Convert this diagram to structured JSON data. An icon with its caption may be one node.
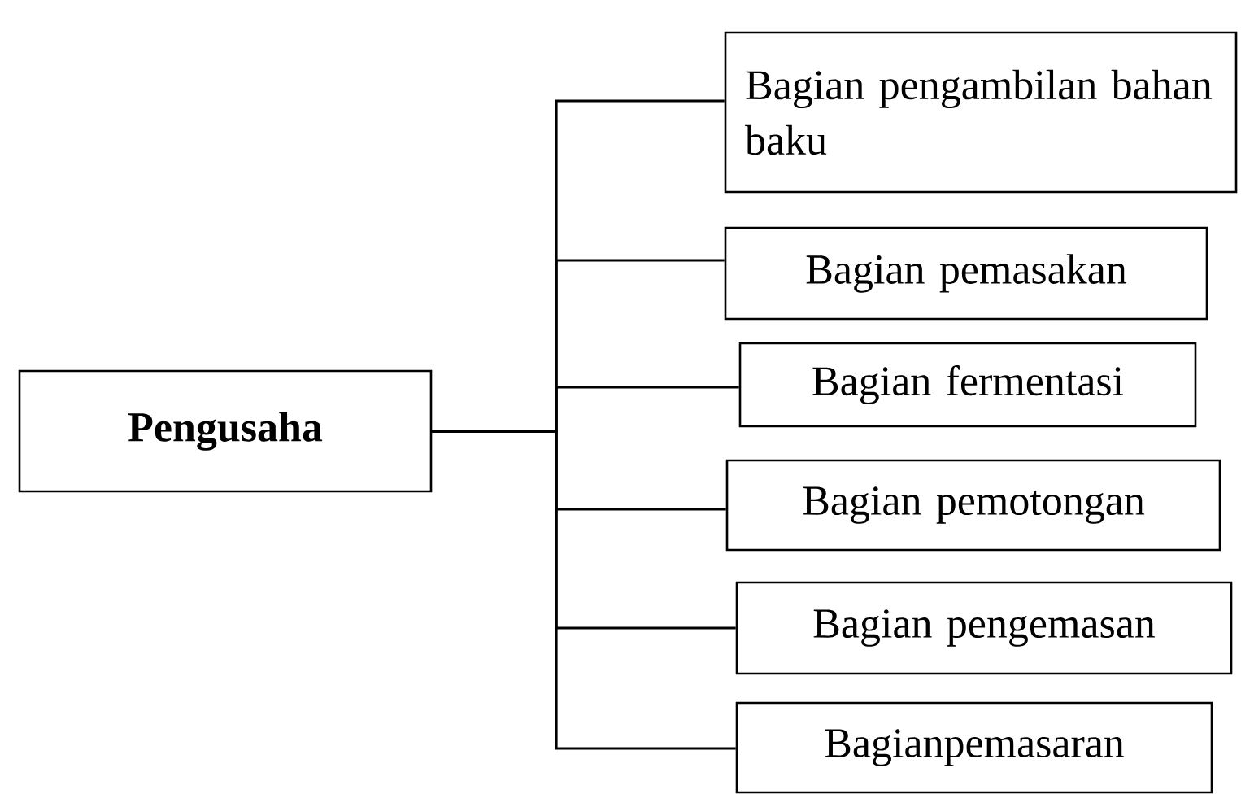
{
  "diagram": {
    "nodes": [
      {
        "text": [
          "Pengusaha"
        ]
      },
      {
        "text": [
          "Bagian pengambilan bahan baku"
        ]
      },
      {
        "text": [
          "Bagian pemasakan"
        ]
      },
      {
        "text": [
          "Bagian fermentasi"
        ]
      },
      {
        "text": [
          "Bagian pemotongan"
        ]
      },
      {
        "text": [
          "Bagian pengemasan"
        ]
      },
      {
        "text": [
          "Bagianpemasaran"
        ]
      }
    ],
    "edges": [
      {
        "from": 0,
        "to": 1,
        "arrow": "none"
      },
      {
        "from": 0,
        "to": 2,
        "arrow": "none"
      },
      {
        "from": 0,
        "to": 3,
        "arrow": "none"
      },
      {
        "from": 0,
        "to": 4,
        "arrow": "none"
      },
      {
        "from": 0,
        "to": 5,
        "arrow": "none"
      },
      {
        "from": 0,
        "to": 6,
        "arrow": "none"
      }
    ]
  }
}
